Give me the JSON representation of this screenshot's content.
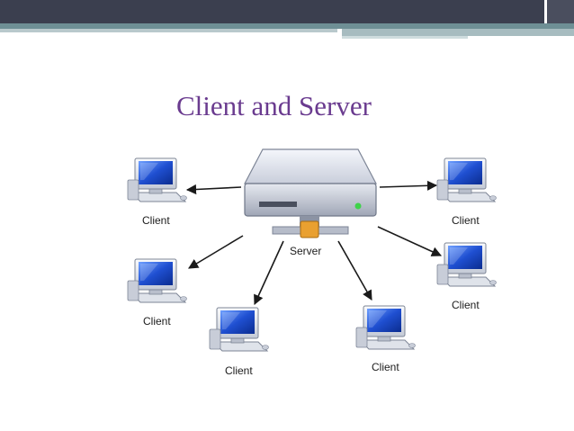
{
  "slide": {
    "title": "Client and Server"
  },
  "server": {
    "label": "Server",
    "icon": "server-icon"
  },
  "clients": [
    {
      "label": "Client"
    },
    {
      "label": "Client"
    },
    {
      "label": "Client"
    },
    {
      "label": "Client"
    },
    {
      "label": "Client"
    },
    {
      "label": "Client"
    }
  ],
  "colors": {
    "title": "#6a3b8f",
    "header_dark": "#3b3f4f",
    "header_stripe": "#6e8f95",
    "screen_blue": "#1f4fd1",
    "lock_orange": "#e9a030"
  }
}
